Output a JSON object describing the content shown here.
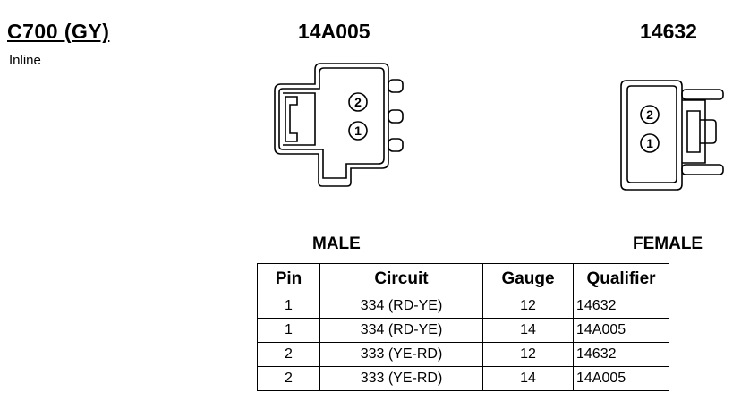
{
  "connector": {
    "id": "C700 (GY)",
    "type": "Inline",
    "male_part": "14A005",
    "female_part": "14632",
    "male_label": "MALE",
    "female_label": "FEMALE",
    "male_pins": [
      "2",
      "1"
    ],
    "female_pins": [
      "2",
      "1"
    ]
  },
  "table": {
    "headers": [
      "Pin",
      "Circuit",
      "Gauge",
      "Qualifier"
    ],
    "rows": [
      {
        "pin": "1",
        "circuit": "334 (RD-YE)",
        "gauge": "12",
        "qualifier": "14632"
      },
      {
        "pin": "1",
        "circuit": "334 (RD-YE)",
        "gauge": "14",
        "qualifier": "14A005"
      },
      {
        "pin": "2",
        "circuit": "333 (YE-RD)",
        "gauge": "12",
        "qualifier": "14632"
      },
      {
        "pin": "2",
        "circuit": "333 (YE-RD)",
        "gauge": "14",
        "qualifier": "14A005"
      }
    ]
  }
}
